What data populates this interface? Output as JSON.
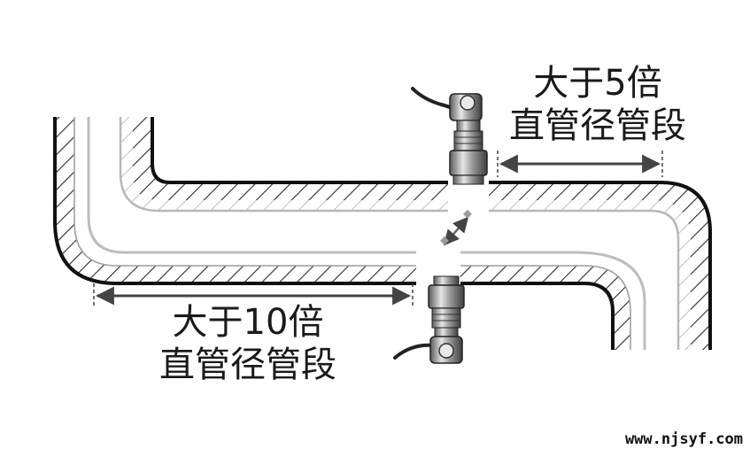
{
  "annotations": {
    "downstream": {
      "line1": "大于5倍",
      "line2": "直管径管段"
    },
    "upstream": {
      "line1": "大于10倍",
      "line2": "直管径管段"
    }
  },
  "website": "www.njsyf.com",
  "colors": {
    "pipe_outline": "#111111",
    "pipe_hatch": "#333333",
    "pipe_inner_faint": "#b8b8b8",
    "dimension_arrow": "#444444",
    "sensor_body": "#8a8a8a"
  },
  "icons": [
    "transducer-icon",
    "cable-icon",
    "dimension-arrow-icon",
    "signal-path-arrow-icon"
  ]
}
